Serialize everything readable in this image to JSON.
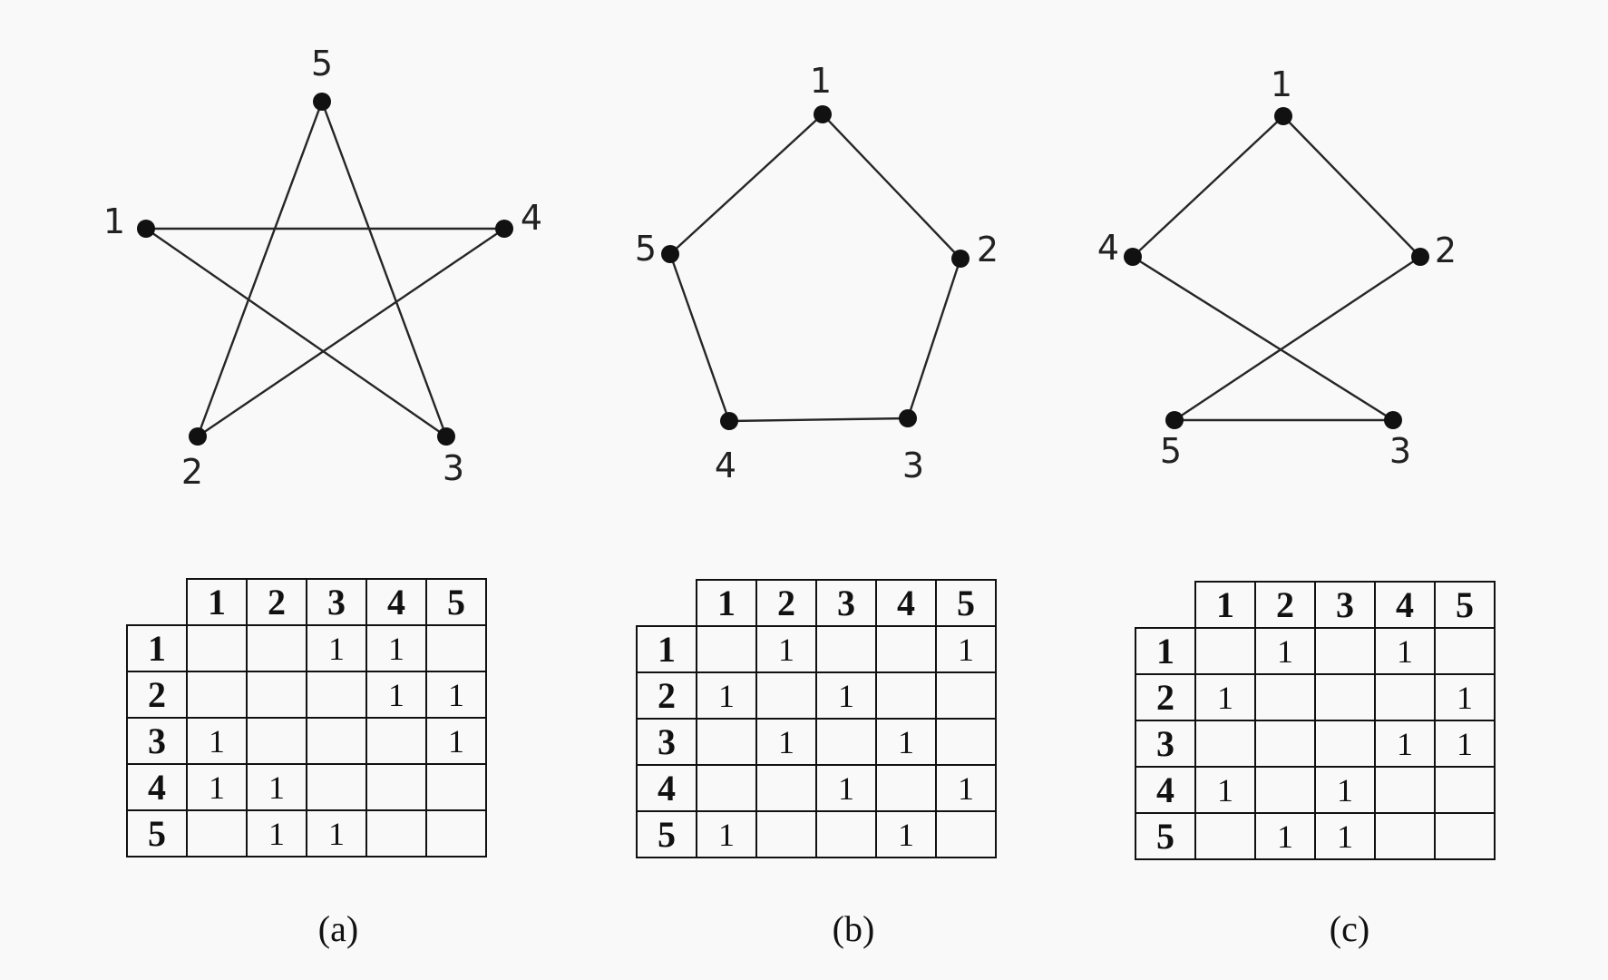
{
  "panels": [
    {
      "id": "a",
      "caption": "(a)",
      "vertices": [
        "1",
        "2",
        "3",
        "4",
        "5"
      ],
      "edges": [
        [
          "1",
          "4"
        ],
        [
          "1",
          "3"
        ],
        [
          "5",
          "2"
        ],
        [
          "5",
          "3"
        ],
        [
          "4",
          "2"
        ]
      ],
      "matrix": {
        "col_headers": [
          "1",
          "2",
          "3",
          "4",
          "5"
        ],
        "rows": [
          {
            "header": "1",
            "cells": [
              "",
              "",
              "1",
              "1",
              ""
            ]
          },
          {
            "header": "2",
            "cells": [
              "",
              "",
              "",
              "1",
              "1"
            ]
          },
          {
            "header": "3",
            "cells": [
              "1",
              "",
              "",
              "",
              "1"
            ]
          },
          {
            "header": "4",
            "cells": [
              "1",
              "1",
              "",
              "",
              ""
            ]
          },
          {
            "header": "5",
            "cells": [
              "",
              "1",
              "1",
              "",
              ""
            ]
          }
        ]
      }
    },
    {
      "id": "b",
      "caption": "(b)",
      "vertices": [
        "1",
        "2",
        "3",
        "4",
        "5"
      ],
      "edges": [
        [
          "1",
          "2"
        ],
        [
          "2",
          "3"
        ],
        [
          "3",
          "4"
        ],
        [
          "4",
          "5"
        ],
        [
          "5",
          "1"
        ]
      ],
      "matrix": {
        "col_headers": [
          "1",
          "2",
          "3",
          "4",
          "5"
        ],
        "rows": [
          {
            "header": "1",
            "cells": [
              "",
              "1",
              "",
              "",
              "1"
            ]
          },
          {
            "header": "2",
            "cells": [
              "1",
              "",
              "1",
              "",
              ""
            ]
          },
          {
            "header": "3",
            "cells": [
              "",
              "1",
              "",
              "1",
              ""
            ]
          },
          {
            "header": "4",
            "cells": [
              "",
              "",
              "1",
              "",
              "1"
            ]
          },
          {
            "header": "5",
            "cells": [
              "1",
              "",
              "",
              "1",
              ""
            ]
          }
        ]
      }
    },
    {
      "id": "c",
      "caption": "(c)",
      "vertices": [
        "1",
        "2",
        "3",
        "4",
        "5"
      ],
      "edges": [
        [
          "1",
          "4"
        ],
        [
          "1",
          "2"
        ],
        [
          "4",
          "3"
        ],
        [
          "2",
          "5"
        ],
        [
          "5",
          "3"
        ]
      ],
      "matrix": {
        "col_headers": [
          "1",
          "2",
          "3",
          "4",
          "5"
        ],
        "rows": [
          {
            "header": "1",
            "cells": [
              "",
              "1",
              "",
              "1",
              ""
            ]
          },
          {
            "header": "2",
            "cells": [
              "1",
              "",
              "",
              "",
              "1"
            ]
          },
          {
            "header": "3",
            "cells": [
              "",
              "",
              "",
              "1",
              "1"
            ]
          },
          {
            "header": "4",
            "cells": [
              "1",
              "",
              "1",
              "",
              ""
            ]
          },
          {
            "header": "5",
            "cells": [
              "",
              "1",
              "1",
              "",
              ""
            ]
          }
        ]
      }
    }
  ]
}
